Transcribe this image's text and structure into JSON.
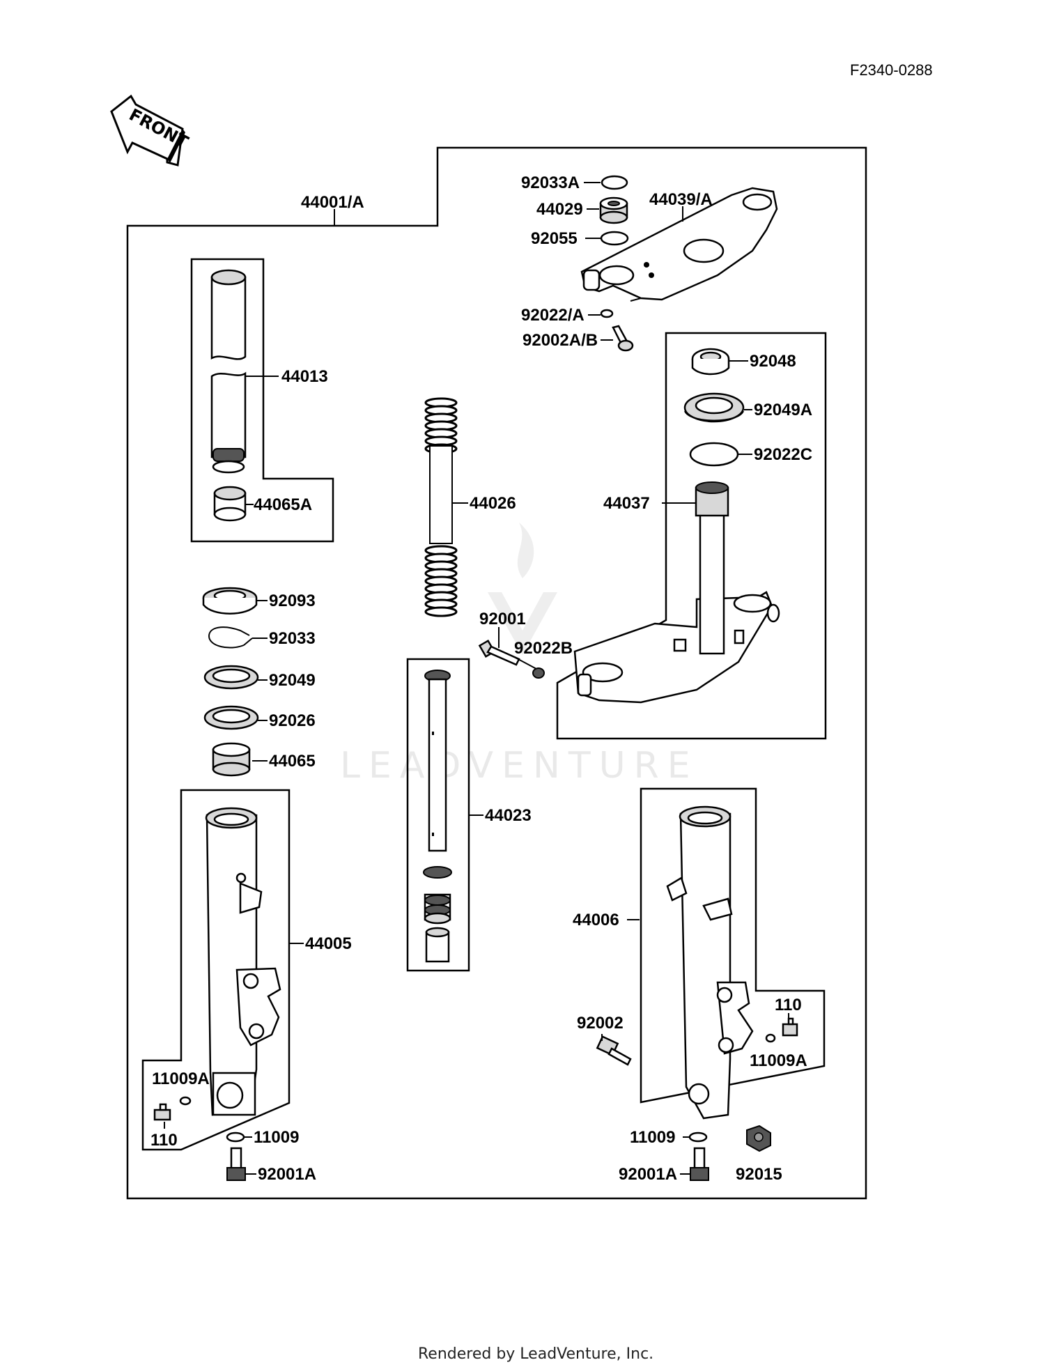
{
  "diagram_ref": "F2340-0288",
  "front_label": "FRONT",
  "watermark": "LEADVENTURE",
  "footer": "Rendered by LeadVenture, Inc.",
  "labels": {
    "p44001A": "44001/A",
    "p92033A": "92033A",
    "p44029": "44029",
    "p92055": "92055",
    "p44039A": "44039/A",
    "p92022A": "92022/A",
    "p92002AB": "92002A/B",
    "p44013": "44013",
    "p44065A": "44065A",
    "p44026": "44026",
    "p92048": "92048",
    "p92049A": "92049A",
    "p92022C": "92022C",
    "p44037": "44037",
    "p92093": "92093",
    "p92033": "92033",
    "p92049": "92049",
    "p92026": "92026",
    "p44065": "44065",
    "p92001": "92001",
    "p92022B": "92022B",
    "p44023": "44023",
    "p44005": "44005",
    "p44006": "44006",
    "p11009A_l": "11009A",
    "p110_l": "110",
    "p11009_l": "11009",
    "p92001A_l": "92001A",
    "p92002": "92002",
    "p110_r": "110",
    "p11009A_r": "11009A",
    "p11009_r": "11009",
    "p92001A_r": "92001A",
    "p92015": "92015"
  }
}
